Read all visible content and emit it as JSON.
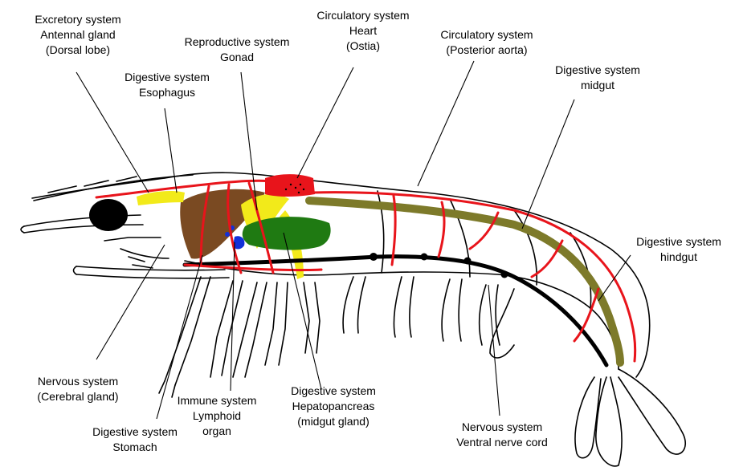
{
  "labels": {
    "excretory": [
      "Excretory system",
      "Antennal gland",
      "(Dorsal lobe)"
    ],
    "esophagus": [
      "Digestive system",
      "Esophagus"
    ],
    "gonad": [
      "Reproductive system",
      "Gonad"
    ],
    "heart": [
      "Circulatory system",
      "Heart",
      "(Ostia)"
    ],
    "aorta": [
      "Circulatory system",
      "(Posterior aorta)"
    ],
    "midgut": [
      "Digestive system",
      "midgut"
    ],
    "hindgut": [
      "Digestive system",
      "hindgut"
    ],
    "cerebral": [
      "Nervous system",
      "(Cerebral gland)"
    ],
    "stomach": [
      "Digestive system",
      "Stomach"
    ],
    "lymphoid": [
      "Immune system",
      "Lymphoid",
      "organ"
    ],
    "hepatopancreas": [
      "Digestive system",
      "Hepatopancreas",
      "(midgut gland)"
    ],
    "nervecord": [
      "Nervous system",
      "Ventral nerve cord"
    ]
  },
  "colors": {
    "outline": "#000000",
    "circulatory": "#e8141b",
    "digestive_gut": "#7d7a2a",
    "esophagus_yellow": "#f2ea1a",
    "hepatopancreas_green": "#1f7a12",
    "stomach_brown": "#7a4a22",
    "lymphoid_blue": "#1230d8",
    "nerve": "#000000"
  }
}
